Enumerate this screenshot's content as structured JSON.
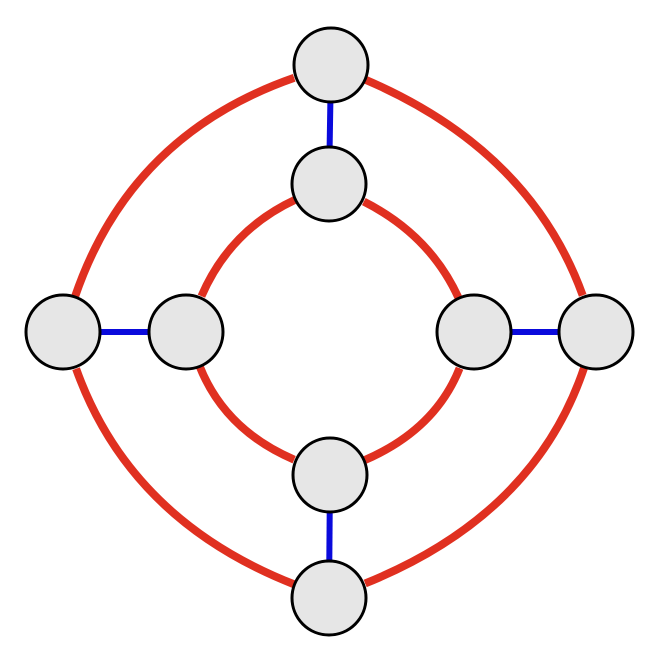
{
  "diagram": {
    "colors": {
      "background": "#ffffff",
      "node_fill": "#e6e6e6",
      "node_stroke": "#000000",
      "directed_edge": "#e03020",
      "undirected_edge": "#0a0adc"
    },
    "nodes": [
      {
        "id": "outer-top"
      },
      {
        "id": "inner-top"
      },
      {
        "id": "outer-left"
      },
      {
        "id": "inner-left"
      },
      {
        "id": "inner-right"
      },
      {
        "id": "outer-right"
      },
      {
        "id": "inner-bottom"
      },
      {
        "id": "outer-bottom"
      }
    ],
    "undirected_edges": [
      {
        "from": "outer-top",
        "to": "inner-top"
      },
      {
        "from": "outer-left",
        "to": "inner-left"
      },
      {
        "from": "inner-right",
        "to": "outer-right"
      },
      {
        "from": "inner-bottom",
        "to": "outer-bottom"
      }
    ],
    "directed_edges": [
      {
        "from": "outer-left",
        "to": "outer-top"
      },
      {
        "from": "outer-top",
        "to": "outer-right"
      },
      {
        "from": "outer-right",
        "to": "outer-bottom"
      },
      {
        "from": "outer-bottom",
        "to": "outer-left"
      },
      {
        "from": "inner-top",
        "to": "inner-left"
      },
      {
        "from": "inner-left",
        "to": "inner-bottom"
      },
      {
        "from": "inner-bottom",
        "to": "inner-right"
      },
      {
        "from": "inner-right",
        "to": "inner-top"
      }
    ]
  }
}
